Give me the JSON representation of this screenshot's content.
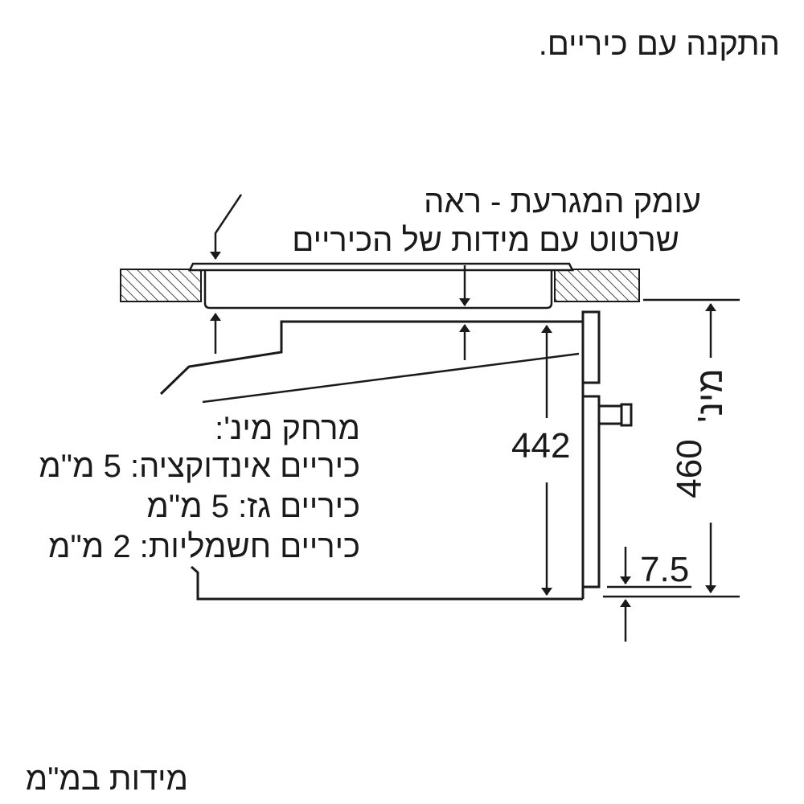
{
  "title": "התקנה עם כיריים.",
  "worktop_note": {
    "line1": "עומק המגרעת - ראה",
    "line2": "שרטוט עם מידות של הכיריים"
  },
  "min_distance": {
    "heading": "מרחק מינ':",
    "induction": "כיריים אינדוקציה: 5 מ\"מ",
    "gas": "כיריים גז: 5 מ\"מ",
    "electric": "כיריים חשמליות: 2 מ\"מ"
  },
  "dimensions": {
    "d442": "442",
    "d460": "460",
    "d460_prefix": "מינ'",
    "d7_5": "7.5"
  },
  "footer": "מידות במ\"מ",
  "colors": {
    "line": "#1a1a1a",
    "hatch": "#1a1a1a",
    "background": "#ffffff"
  }
}
